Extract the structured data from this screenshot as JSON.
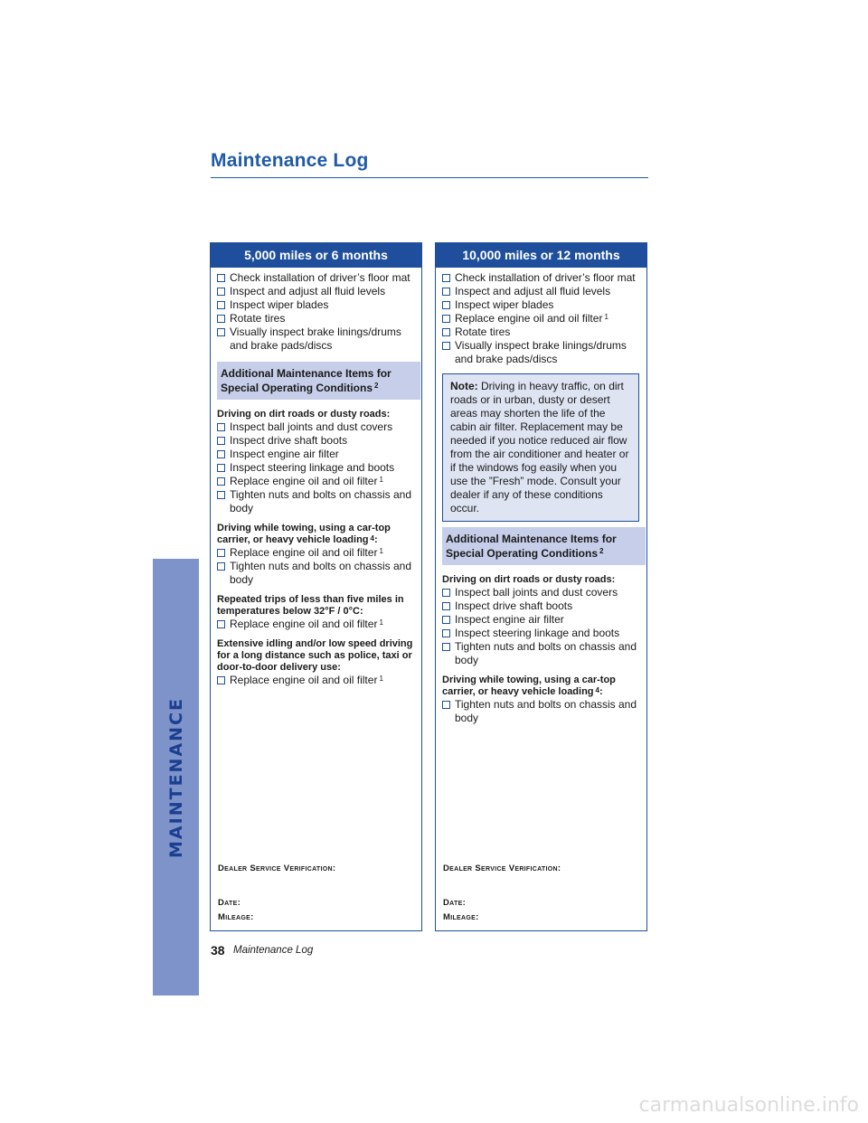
{
  "page": {
    "title": "Maintenance Log",
    "side_tab": "MAINTENANCE",
    "page_number": "38",
    "footer_title": "Maintenance Log",
    "watermark": "carmanualsonline.info"
  },
  "left": {
    "header": "5,000 miles or 6 months",
    "items": [
      {
        "text": "Check installation of driver’s floor mat",
        "sup": ""
      },
      {
        "text": "Inspect and adjust all fluid levels",
        "sup": ""
      },
      {
        "text": "Inspect wiper blades",
        "sup": ""
      },
      {
        "text": "Rotate tires",
        "sup": ""
      },
      {
        "text": "Visually inspect brake linings/drums and brake pads/discs",
        "sup": ""
      }
    ],
    "additional": {
      "line1": "Additional Maintenance Items for",
      "line2": "Special Operating Conditions",
      "sup": "2"
    },
    "sections": [
      {
        "heading": "Driving on dirt roads or dusty roads:",
        "heading_sup": "",
        "heading_tail": "",
        "items": [
          {
            "text": "Inspect ball joints and dust covers",
            "sup": ""
          },
          {
            "text": "Inspect drive shaft boots",
            "sup": ""
          },
          {
            "text": "Inspect engine air filter",
            "sup": ""
          },
          {
            "text": "Inspect steering linkage and boots",
            "sup": ""
          },
          {
            "text": "Replace engine oil and oil filter",
            "sup": "1"
          },
          {
            "text": "Tighten nuts and bolts on chassis and body",
            "sup": ""
          }
        ]
      },
      {
        "heading": "Driving while towing, using a car-top carrier, or heavy vehicle loading",
        "heading_sup": "4",
        "heading_tail": ":",
        "items": [
          {
            "text": "Replace engine oil and oil filter",
            "sup": "1"
          },
          {
            "text": "Tighten nuts and bolts on chassis and body",
            "sup": ""
          }
        ]
      },
      {
        "heading": "Repeated trips of less than five miles in temperatures below 32°F / 0°C:",
        "heading_sup": "",
        "heading_tail": "",
        "items": [
          {
            "text": "Replace engine oil and oil filter",
            "sup": "1"
          }
        ]
      },
      {
        "heading": "Extensive idling and/or low speed driving for a long distance such as police, taxi or door-to-door delivery use:",
        "heading_sup": "",
        "heading_tail": "",
        "items": [
          {
            "text": "Replace engine oil and oil filter",
            "sup": "1"
          }
        ]
      }
    ],
    "verification": {
      "d1": "D",
      "d1s": "EALER",
      "d2": "S",
      "d2s": "ERVICE",
      "d3": "V",
      "d3s": "ERIFICATION",
      "d3e": ":",
      "date_a": "D",
      "date_b": "ATE",
      "date_c": ":",
      "mil_a": "M",
      "mil_b": "ILEAGE",
      "mil_c": ":"
    }
  },
  "right": {
    "header": "10,000 miles or 12 months",
    "items": [
      {
        "text": "Check installation of driver’s floor mat",
        "sup": ""
      },
      {
        "text": "Inspect and adjust all fluid levels",
        "sup": ""
      },
      {
        "text": "Inspect wiper blades",
        "sup": ""
      },
      {
        "text": "Replace engine oil and oil filter",
        "sup": "1"
      },
      {
        "text": "Rotate tires",
        "sup": ""
      },
      {
        "text": "Visually inspect brake linings/drums and brake pads/discs",
        "sup": ""
      }
    ],
    "note": {
      "label": "Note:",
      "text": "Driving in heavy traffic, on dirt roads or in urban, dusty or desert areas may shorten the life of the cabin air filter. Replacement may be needed if you notice reduced air flow from the air conditioner and heater or if the windows fog easily when you use the ”Fresh” mode. Consult your dealer if any of these conditions occur."
    },
    "additional": {
      "line1": "Additional Maintenance Items for",
      "line2": "Special Operating Conditions",
      "sup": "2"
    },
    "sections": [
      {
        "heading": "Driving on dirt roads or dusty roads:",
        "heading_sup": "",
        "heading_tail": "",
        "items": [
          {
            "text": "Inspect ball joints and dust covers",
            "sup": ""
          },
          {
            "text": "Inspect drive shaft boots",
            "sup": ""
          },
          {
            "text": "Inspect engine air filter",
            "sup": ""
          },
          {
            "text": "Inspect steering linkage and boots",
            "sup": ""
          },
          {
            "text": "Tighten nuts and bolts on chassis and body",
            "sup": ""
          }
        ]
      },
      {
        "heading": "Driving while towing, using a car-top carrier, or heavy vehicle loading",
        "heading_sup": "4",
        "heading_tail": ":",
        "items": [
          {
            "text": "Tighten nuts and bolts on chassis and body",
            "sup": ""
          }
        ]
      }
    ],
    "verification": {
      "d1": "D",
      "d1s": "EALER",
      "d2": "S",
      "d2s": "ERVICE",
      "d3": "V",
      "d3s": "ERIFICATION",
      "d3e": ":",
      "date_a": "D",
      "date_b": "ATE",
      "date_c": ":",
      "mil_a": "M",
      "mil_b": "ILEAGE",
      "mil_c": ":"
    }
  },
  "colors": {
    "accent": "#1f4f9c",
    "title": "#1f5ba6",
    "side_tab": "#7e93c9",
    "add_box": "#c6cee9",
    "note_box": "#dfe4f3"
  }
}
